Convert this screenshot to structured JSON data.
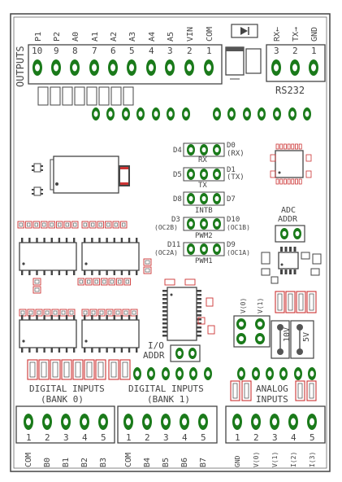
{
  "outputs": {
    "side_label": "OUTPUTS",
    "pin_names": [
      "P1",
      "P2",
      "A0",
      "A1",
      "A2",
      "A3",
      "A4",
      "A5",
      "VIN",
      "COM"
    ],
    "numbers": [
      "10",
      "9",
      "8",
      "7",
      "6",
      "5",
      "4",
      "3",
      "2",
      "1"
    ]
  },
  "rs232": {
    "label": "RS232",
    "pin_names": [
      "RX←",
      "TX→",
      "GND"
    ],
    "numbers": [
      "3",
      "2",
      "1"
    ]
  },
  "jumpers": {
    "rx": {
      "left": "D4",
      "right_a": "D0",
      "right_b": "(RX)",
      "bottom": "RX"
    },
    "tx": {
      "left": "D5",
      "right_a": "D1",
      "right_b": "(TX)",
      "bottom": "TX"
    },
    "intb": {
      "left": "D8",
      "right": "D7",
      "bottom": "INTB"
    },
    "pwm2": {
      "left_a": "D3",
      "left_b": "(OC2B)",
      "right_a": "D10",
      "right_b": "(OC1B)",
      "bottom": "PWM2"
    },
    "pwm1": {
      "left_a": "D11",
      "left_b": "(OC2A)",
      "right_a": "D9",
      "right_b": "(OC1A)",
      "bottom": "PWM1"
    }
  },
  "adc_addr": {
    "line1": "ADC",
    "line2": "ADDR"
  },
  "io_addr": {
    "line1": "I/O",
    "line2": "ADDR"
  },
  "vsel": {
    "v0": "V(0)",
    "v1": "V(1)",
    "v10": "10V",
    "v5": "5V"
  },
  "digital_bank0": {
    "line1": "DIGITAL INPUTS",
    "line2": "(BANK 0)",
    "numbers": [
      "1",
      "2",
      "3",
      "4",
      "5"
    ],
    "pin_names": [
      "COM",
      "B0",
      "B1",
      "B2",
      "B3"
    ]
  },
  "digital_bank1": {
    "line1": "DIGITAL INPUTS",
    "line2": "(BANK 1)",
    "numbers": [
      "1",
      "2",
      "3",
      "4",
      "5"
    ],
    "pin_names": [
      "COM",
      "B4",
      "B5",
      "B6",
      "B7"
    ]
  },
  "analog": {
    "line1": "ANALOG",
    "line2": "INPUTS",
    "numbers": [
      "1",
      "2",
      "3",
      "4",
      "5"
    ],
    "pin_names": [
      "GND",
      "V(0)",
      "V(1)",
      "I(2)",
      "I(3)"
    ]
  },
  "colors": {
    "pad": "#1a7a1a",
    "hole": "#ffffff",
    "outline": "#444444",
    "smd": "#cc3333"
  }
}
